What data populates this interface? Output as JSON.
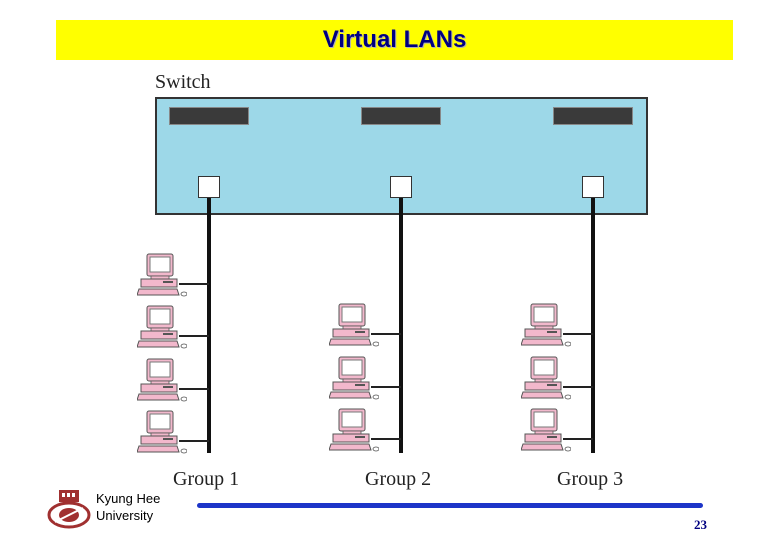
{
  "header": {
    "title": "Virtual LANs"
  },
  "diagram": {
    "switch_label": "Switch",
    "groups": [
      {
        "label": "Group 1",
        "computers": 4
      },
      {
        "label": "Group 2",
        "computers": 3
      },
      {
        "label": "Group 3",
        "computers": 3
      }
    ]
  },
  "footer": {
    "university_line1": "Kyung Hee",
    "university_line2": "University",
    "page_number": "23"
  },
  "colors": {
    "title_bar": "#ffff00",
    "title_text": "#000080",
    "switch_fill": "#9dd8e8",
    "footer_line": "#1d35c8",
    "computer": "#f2b8cc"
  }
}
